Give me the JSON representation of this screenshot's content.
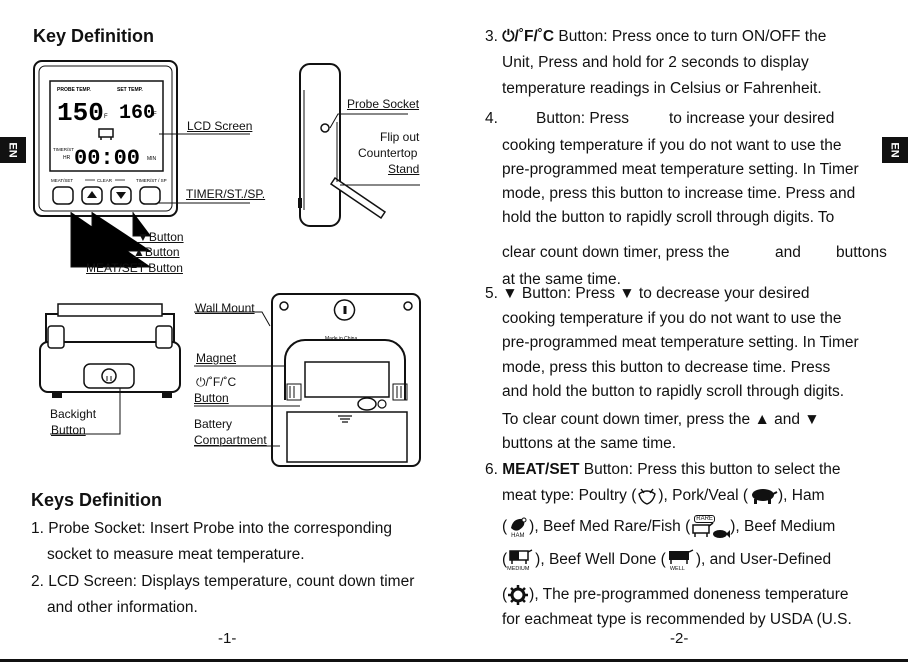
{
  "tabs": {
    "left": "EN",
    "right": "EN"
  },
  "left": {
    "key_definition_title": "Key Definition",
    "device_labels": {
      "probe_temp": "PROBE TEMP.",
      "set_temp": "SET TEMP.",
      "temp_reading": "150",
      "temp_set": "160",
      "unit_f": "F",
      "timer_label": "TIMER/ST",
      "hr": "HR",
      "min": "MIN",
      "time_digits": "00:00",
      "meat_set": "MEAT/SET",
      "clear": "CLEAR",
      "timer_st_sp": "TIMER/ST / SP"
    },
    "callouts": {
      "lcd_screen": "LCD Screen",
      "probe_socket": "Probe Socket",
      "flip_out_1": "Flip out",
      "flip_out_2": "Countertop",
      "flip_out_3": "Stand",
      "timer_st_sp": "TIMER/ST./SP.",
      "down_button": "▼Button",
      "up_button": "▲Button",
      "meat_set_button": "MEAT/SET Button",
      "wall_mount": "Wall Mount",
      "magnet": "Magnet",
      "power_unit": "⏻/˚F/˚C",
      "button": "Button",
      "battery_1": "Battery",
      "battery_2": "Compartment",
      "backlight_1": "Backight",
      "backlight_2": "Button",
      "made_in_china": "Made in China"
    },
    "keys_definition_title": "Keys Definition",
    "items": [
      {
        "line1": "1. Probe Socket: Insert Probe into the corresponding",
        "line2": "socket to measure meat temperature."
      },
      {
        "line1": "2. LCD Screen: Displays temperature, count down timer",
        "line2": "and other information."
      }
    ],
    "page_number": "-1-"
  },
  "right": {
    "item3": {
      "num": "3.",
      "bold": "⏻/˚F/˚C",
      "line1_rest": " Button: Press once to turn ON/OFF the",
      "line2": "Unit, Press and hold for 2 seconds to display",
      "line3": "temperature readings in Celsius or Fahrenheit."
    },
    "item4": {
      "num": "4.",
      "line1a": "Button: Press",
      "line1b": "to increase your desired",
      "line2": "cooking temperature if you do not want to use the",
      "line3": "pre-programmed meat temperature setting. In Timer",
      "line4": "mode, press this button to increase  time. Press and",
      "line5": "hold the button to rapidly scroll through digits. To",
      "line6a": "clear count down timer, press the",
      "line6b": "and",
      "line6c": "buttons",
      "line7": "at the same time."
    },
    "item5": {
      "num": "5.",
      "line1a": "Button: Press",
      "line1b": "to decrease your desired",
      "line2": "cooking temperature if you do not want to use the",
      "line3": "pre-programmed meat temperature setting. In Timer",
      "line4": "mode, press this button to decrease  time. Press",
      "line5": "and hold the button to rapidly scroll through digits.",
      "line6a": "To clear count down timer, press the",
      "line6b": "and",
      "line7": "buttons at the same time."
    },
    "item6": {
      "num": "6.",
      "bold": "MEAT/SET",
      "line1_rest": " Button: Press this button to select the",
      "line2a": "meat type: Poultry (",
      "line2b": "), Pork/Veal (",
      "line2c": "), Ham",
      "line3a": "(",
      "line3b": "),  Beef Med Rare/Fish (",
      "line3c": "), Beef Medium",
      "line4a": "(",
      "line4b": "), Beef Well Done (",
      "line4c": "), and User-Defined",
      "line5a": "(",
      "line5b": "),  The pre-programmed doneness temperature",
      "line6": "for eachmeat type is recommended by USDA (U.S.",
      "icon_labels": {
        "ham": "HAM",
        "rare": "RARE",
        "medium": "MEDIUM",
        "well": "WELL"
      }
    },
    "page_number": "-2-"
  },
  "icons": [
    "power-icon",
    "up-triangle-icon",
    "down-triangle-icon",
    "poultry-icon",
    "pig-icon",
    "ham-icon",
    "cow-rare-icon",
    "fish-icon",
    "cow-medium-icon",
    "cow-well-icon",
    "gear-icon",
    "bulb-icon"
  ]
}
